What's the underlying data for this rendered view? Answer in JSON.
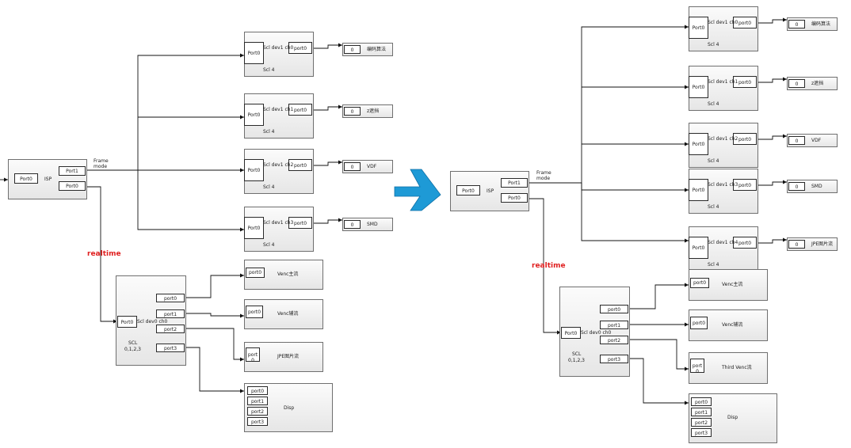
{
  "labels": {
    "isp": "ISP",
    "port0": "Port0",
    "port1": "Port1",
    "frame_mode": "Frame\nmode",
    "realtime": "realtime",
    "scl4": "Scl 4",
    "scl": "SCL",
    "scl_ch": "0,1,2,3",
    "scl_dev0": "Scl dev0 ch0",
    "p_port0": "port0",
    "p_port1": "port1",
    "p_port2": "port2",
    "p_port3": "port3",
    "port_0_split": "port\n0",
    "zero": "0",
    "venc_main": "Venc主流",
    "venc_sub": "Venc辅流",
    "jpe_stream": "JPE图片流",
    "third_venc": "Third Venc流",
    "disp": "Disp"
  },
  "left_panel": {
    "scl_channels": [
      {
        "title": "Scl dev1 ch0",
        "out_label": "编码算法"
      },
      {
        "title": "Scl dev1 ch1",
        "out_label": "z遮挡"
      },
      {
        "title": "Scl dev1 ch2",
        "out_label": "VDF"
      },
      {
        "title": "Scl dev1 ch3",
        "out_label": "SMD"
      }
    ]
  },
  "right_panel": {
    "scl_channels": [
      {
        "title": "Scl dev1 ch0",
        "out_label": "编码算法"
      },
      {
        "title": "Scl dev1 ch1",
        "out_label": "z遮挡"
      },
      {
        "title": "Scl dev1 ch2",
        "out_label": "VDF"
      },
      {
        "title": "Scl dev1 ch3",
        "out_label": "SMD"
      },
      {
        "title": "Scl dev1 ch4",
        "out_label": "JPE图片流"
      }
    ]
  },
  "colors": {
    "transition_arrow": "#1e9ad6",
    "realtime": "#e02020"
  }
}
